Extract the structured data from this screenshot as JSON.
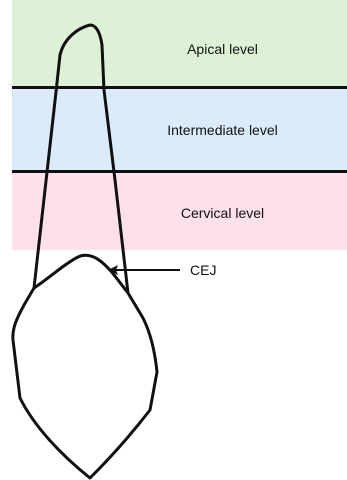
{
  "levels": {
    "apical": {
      "label": "Apical level",
      "color": "#dcf1d5"
    },
    "intermediate": {
      "label": "Intermediate level",
      "color": "#dcebfa"
    },
    "cervical": {
      "label": "Cervical level",
      "color": "#fde0ec"
    }
  },
  "cej": {
    "label": "CEJ"
  },
  "colors": {
    "outline": "#111111",
    "background": "#ffffff"
  }
}
